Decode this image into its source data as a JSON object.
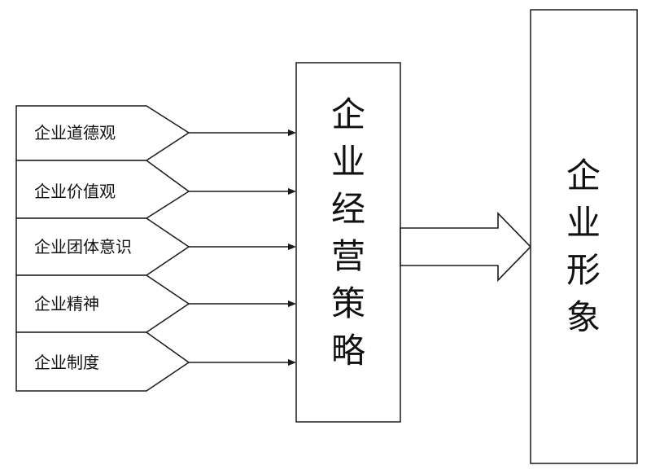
{
  "inputs": [
    {
      "label": "企业道德观"
    },
    {
      "label": "企业价值观"
    },
    {
      "label": "企业团体意识"
    },
    {
      "label": "企业精神"
    },
    {
      "label": "企业制度"
    }
  ],
  "strategy": {
    "label": "企业经营策略"
  },
  "image": {
    "label": "企业形象"
  }
}
